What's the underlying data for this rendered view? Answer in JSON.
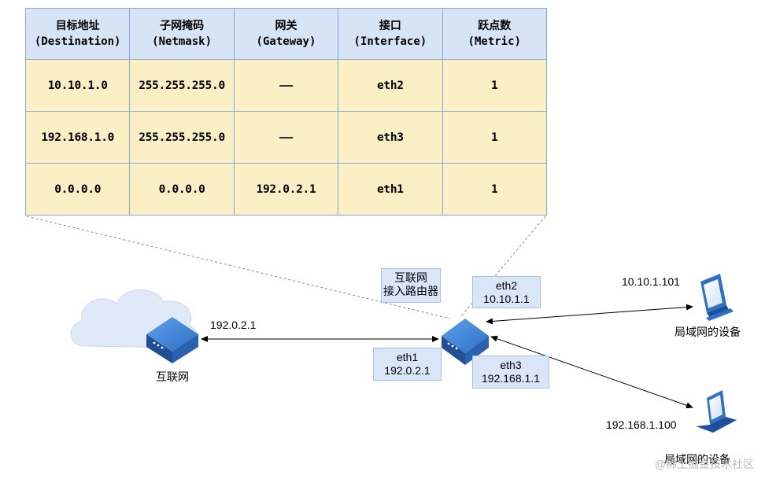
{
  "table": {
    "headers": [
      {
        "cn": "目标地址",
        "en": "(Destination)"
      },
      {
        "cn": "子网掩码",
        "en": "(Netmask)"
      },
      {
        "cn": "网关",
        "en": "(Gateway)"
      },
      {
        "cn": "接口",
        "en": "(Interface)"
      },
      {
        "cn": "跃点数",
        "en": "(Metric)"
      }
    ],
    "rows": [
      [
        "10.10.1.0",
        "255.255.255.0",
        "——",
        "eth2",
        "1"
      ],
      [
        "192.168.1.0",
        "255.255.255.0",
        "——",
        "eth3",
        "1"
      ],
      [
        "0.0.0.0",
        "0.0.0.0",
        "192.0.2.1",
        "eth1",
        "1"
      ]
    ]
  },
  "internet": {
    "label": "互联网",
    "ip": "192.0.2.1"
  },
  "router": {
    "name_line1": "互联网",
    "name_line2": "接入路由器",
    "eth1": {
      "name": "eth1",
      "ip": "192.0.2.1"
    },
    "eth2": {
      "name": "eth2",
      "ip": "10.10.1.1"
    },
    "eth3": {
      "name": "eth3",
      "ip": "192.168.1.1"
    }
  },
  "device1": {
    "ip": "10.10.1.101",
    "label": "局域网的设备"
  },
  "device2": {
    "ip": "192.168.1.100",
    "label": "局域网的设备"
  },
  "watermark": "@稀土掘金技术社区",
  "colors": {
    "header_fill": "#d6e4f6",
    "cell_fill": "#fbefc6",
    "border": "#8aa7cf",
    "device_blue": "#2f6fc4",
    "cloud": "#dfe9f8"
  }
}
